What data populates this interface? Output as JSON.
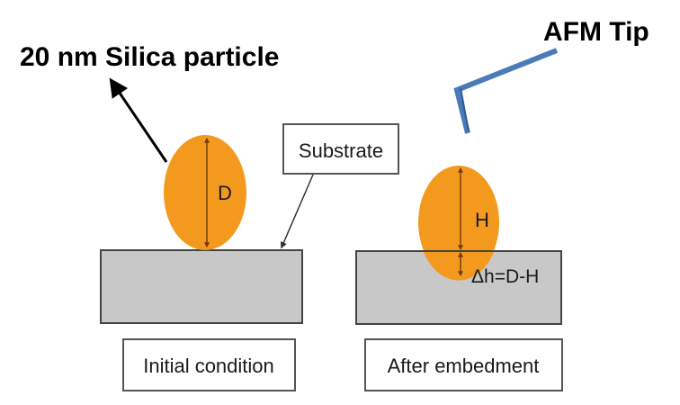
{
  "labels": {
    "particle_label": "20 nm Silica particle",
    "afm_tip_label": "AFM Tip",
    "substrate_label": "Substrate",
    "initial_caption": "Initial condition",
    "after_caption": "After embedment",
    "diameter_symbol": "D",
    "height_symbol": "H",
    "embed_depth": "Δh=D-H"
  },
  "colors": {
    "particle": "#f39a1e",
    "substrate": "#c8c8c8",
    "afm_tip": "#4a7ab8",
    "dimension_line": "#7a3a0a",
    "box_border": "#555555"
  }
}
